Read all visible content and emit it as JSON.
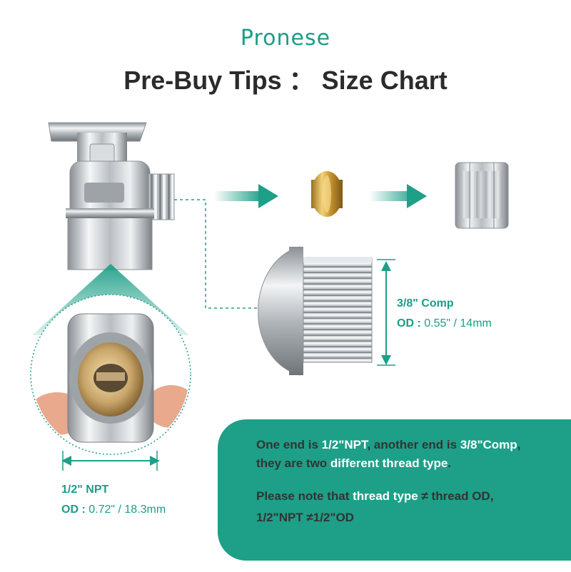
{
  "brand": "Pronese",
  "title": "Pre-Buy Tips ： Size Chart",
  "right_spec": {
    "type": "3/8\" Comp",
    "od_label": "OD :",
    "od_value": "0.55\" / 14mm"
  },
  "left_spec": {
    "type": "1/2\" NPT",
    "od_label": "OD :",
    "od_value": "0.72\" / 18.3mm"
  },
  "info": {
    "l1_a": "One end is ",
    "l1_b": "1/2\"NPT",
    "l1_c": ", another end is ",
    "l1_d": "3/8\"Comp",
    "l1_e": ",",
    "l2_a": "they are two ",
    "l2_b": "different thread type",
    "l2_c": ".",
    "l3_a": "Please note that ",
    "l3_b": "thread type",
    "l3_c": " ≠ thread OD,",
    "l4": "1/2\"NPT ≠1/2\"OD"
  },
  "colors": {
    "brand_green": "#1a9e86",
    "panel": "#1e9f88",
    "title": "#2b2b2b",
    "text_dark": "#333333",
    "highlight": "#ffffff"
  }
}
